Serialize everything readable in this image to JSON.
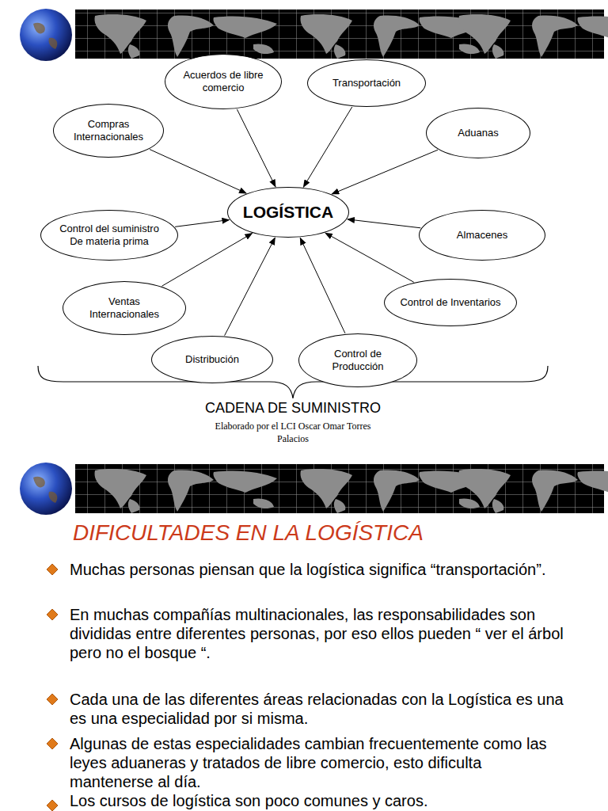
{
  "diagram": {
    "title": "DIFICULTADES EN LA LOGÍSTICA",
    "nodes": [
      {
        "text": [
          "Acuerdos de libre comercio"
        ]
      },
      {
        "text": [
          "Transportación"
        ]
      },
      {
        "text": [
          "Compras Internacionales"
        ]
      },
      {
        "text": [
          "Aduanas"
        ]
      },
      {
        "text": [
          "LOGÍSTICA"
        ]
      },
      {
        "text": [
          "Control del suministro De materia prima"
        ]
      },
      {
        "text": [
          "Almacenes"
        ]
      },
      {
        "text": [
          "Ventas Internacionales"
        ]
      },
      {
        "text": [
          "Control de Inventarios"
        ]
      },
      {
        "text": [
          "Distribución"
        ]
      },
      {
        "text": [
          "Control de Producción"
        ]
      }
    ],
    "edges": [
      {
        "from": 0,
        "to": 4,
        "arrow": "to"
      },
      {
        "from": 1,
        "to": 4,
        "arrow": "to"
      },
      {
        "from": 2,
        "to": 4,
        "arrow": "to"
      },
      {
        "from": 3,
        "to": 4,
        "arrow": "to"
      },
      {
        "from": 5,
        "to": 4,
        "arrow": "to"
      },
      {
        "from": 6,
        "to": 4,
        "arrow": "to"
      },
      {
        "from": 7,
        "to": 4,
        "arrow": "to"
      },
      {
        "from": 8,
        "to": 4,
        "arrow": "to"
      },
      {
        "from": 9,
        "to": 4,
        "arrow": "to"
      },
      {
        "from": 10,
        "to": 4,
        "arrow": "to"
      }
    ],
    "labels": [
      "CADENA DE SUMINISTRO",
      "Elaborado por el LCI Oscar Omar Torres Palacios",
      "Muchas personas piensan que la logística significa “transportación”.",
      "En muchas compañías multinacionales, las responsabilidades son divididas entre diferentes personas, por eso ellos pueden “ ver el árbol pero no el bosque “.",
      "Cada una de las diferentes áreas relacionadas con la Logística es una es una especialidad por si misma.",
      "Algunas de estas especialidades cambian frecuentemente como las leyes aduaneras y tratados de libre comercio, esto dificulta mantenerse al día.",
      "Los cursos de logística son poco comunes y caros."
    ]
  }
}
